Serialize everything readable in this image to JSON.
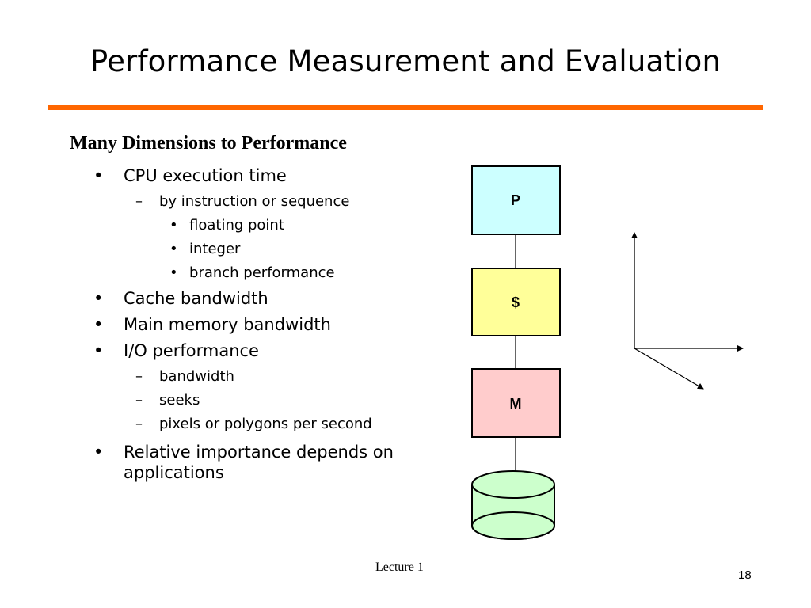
{
  "slide": {
    "title": "Performance Measurement and Evaluation",
    "subtitle": "Many Dimensions to Performance",
    "accent_color": "#ff6600"
  },
  "bullets": {
    "cpu": "CPU execution time",
    "by_instruction": "by instruction or sequence",
    "floating_point": "floating point",
    "integer": "integer",
    "branch": "branch performance",
    "cache": "Cache bandwidth",
    "main_memory": "Main memory bandwidth",
    "io": "I/O performance",
    "bandwidth": "bandwidth",
    "seeks": "seeks",
    "pixels": "pixels or polygons per second",
    "relative": "Relative importance depends on applications"
  },
  "markers": {
    "bullet": "•",
    "dash": "–"
  },
  "diagram": {
    "processor_label": "P",
    "cache_label": "$",
    "memory_label": "M",
    "processor_color": "#ccffff",
    "cache_color": "#ffff99",
    "memory_color": "#ffcccc",
    "disk_color": "#ccffcc"
  },
  "footer": {
    "lecture": "Lecture 1",
    "page": "18"
  }
}
